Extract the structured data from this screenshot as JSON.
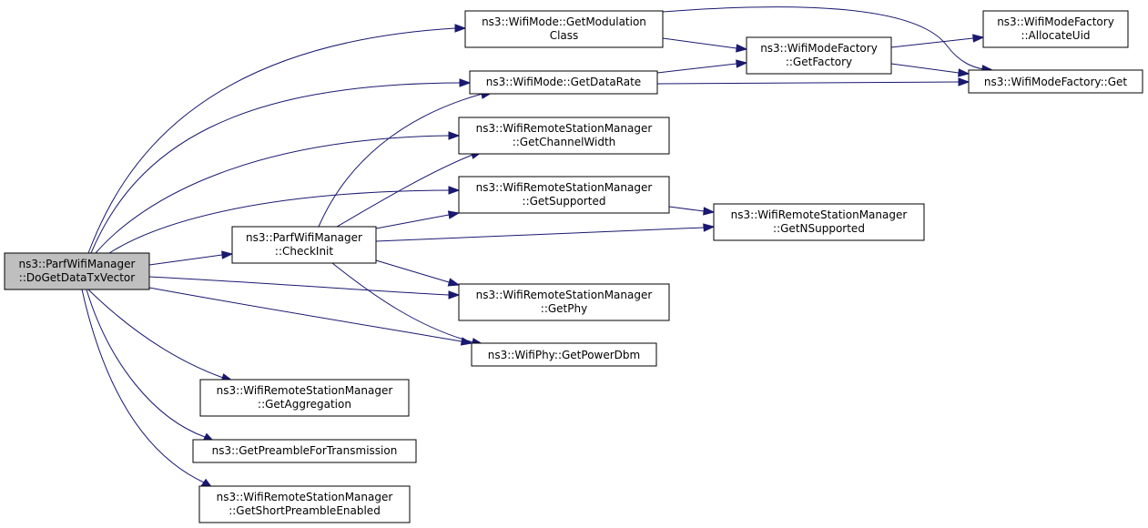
{
  "graph": {
    "nodes": {
      "root": [
        "ns3::ParfWifiManager",
        "::DoGetDataTxVector"
      ],
      "checkinit": [
        "ns3::ParfWifiManager",
        "::CheckInit"
      ],
      "modclass": [
        "ns3::WifiMode::GetModulation",
        "Class"
      ],
      "datarate": [
        "ns3::WifiMode::GetDataRate"
      ],
      "chwidth": [
        "ns3::WifiRemoteStationManager",
        "::GetChannelWidth"
      ],
      "supported": [
        "ns3::WifiRemoteStationManager",
        "::GetSupported"
      ],
      "getphy": [
        "ns3::WifiRemoteStationManager",
        "::GetPhy"
      ],
      "powerdbm": [
        "ns3::WifiPhy::GetPowerDbm"
      ],
      "aggregation": [
        "ns3::WifiRemoteStationManager",
        "::GetAggregation"
      ],
      "preamble": [
        "ns3::GetPreambleForTransmission"
      ],
      "shortpre": [
        "ns3::WifiRemoteStationManager",
        "::GetShortPreambleEnabled"
      ],
      "nsupported": [
        "ns3::WifiRemoteStationManager",
        "::GetNSupported"
      ],
      "getfactory": [
        "ns3::WifiModeFactory",
        "::GetFactory"
      ],
      "allocuid": [
        "ns3::WifiModeFactory",
        "::AllocateUid"
      ],
      "factoryget": [
        "ns3::WifiModeFactory::Get"
      ]
    },
    "edges": [
      [
        "root",
        "modclass"
      ],
      [
        "root",
        "datarate"
      ],
      [
        "root",
        "chwidth"
      ],
      [
        "root",
        "supported"
      ],
      [
        "root",
        "checkinit"
      ],
      [
        "root",
        "getphy"
      ],
      [
        "root",
        "powerdbm"
      ],
      [
        "root",
        "aggregation"
      ],
      [
        "root",
        "preamble"
      ],
      [
        "root",
        "shortpre"
      ],
      [
        "checkinit",
        "datarate"
      ],
      [
        "checkinit",
        "chwidth"
      ],
      [
        "checkinit",
        "supported"
      ],
      [
        "checkinit",
        "nsupported"
      ],
      [
        "checkinit",
        "getphy"
      ],
      [
        "checkinit",
        "powerdbm"
      ],
      [
        "modclass",
        "getfactory"
      ],
      [
        "modclass",
        "factoryget"
      ],
      [
        "datarate",
        "getfactory"
      ],
      [
        "datarate",
        "factoryget"
      ],
      [
        "getfactory",
        "allocuid"
      ],
      [
        "getfactory",
        "factoryget"
      ],
      [
        "supported",
        "nsupported"
      ]
    ]
  }
}
